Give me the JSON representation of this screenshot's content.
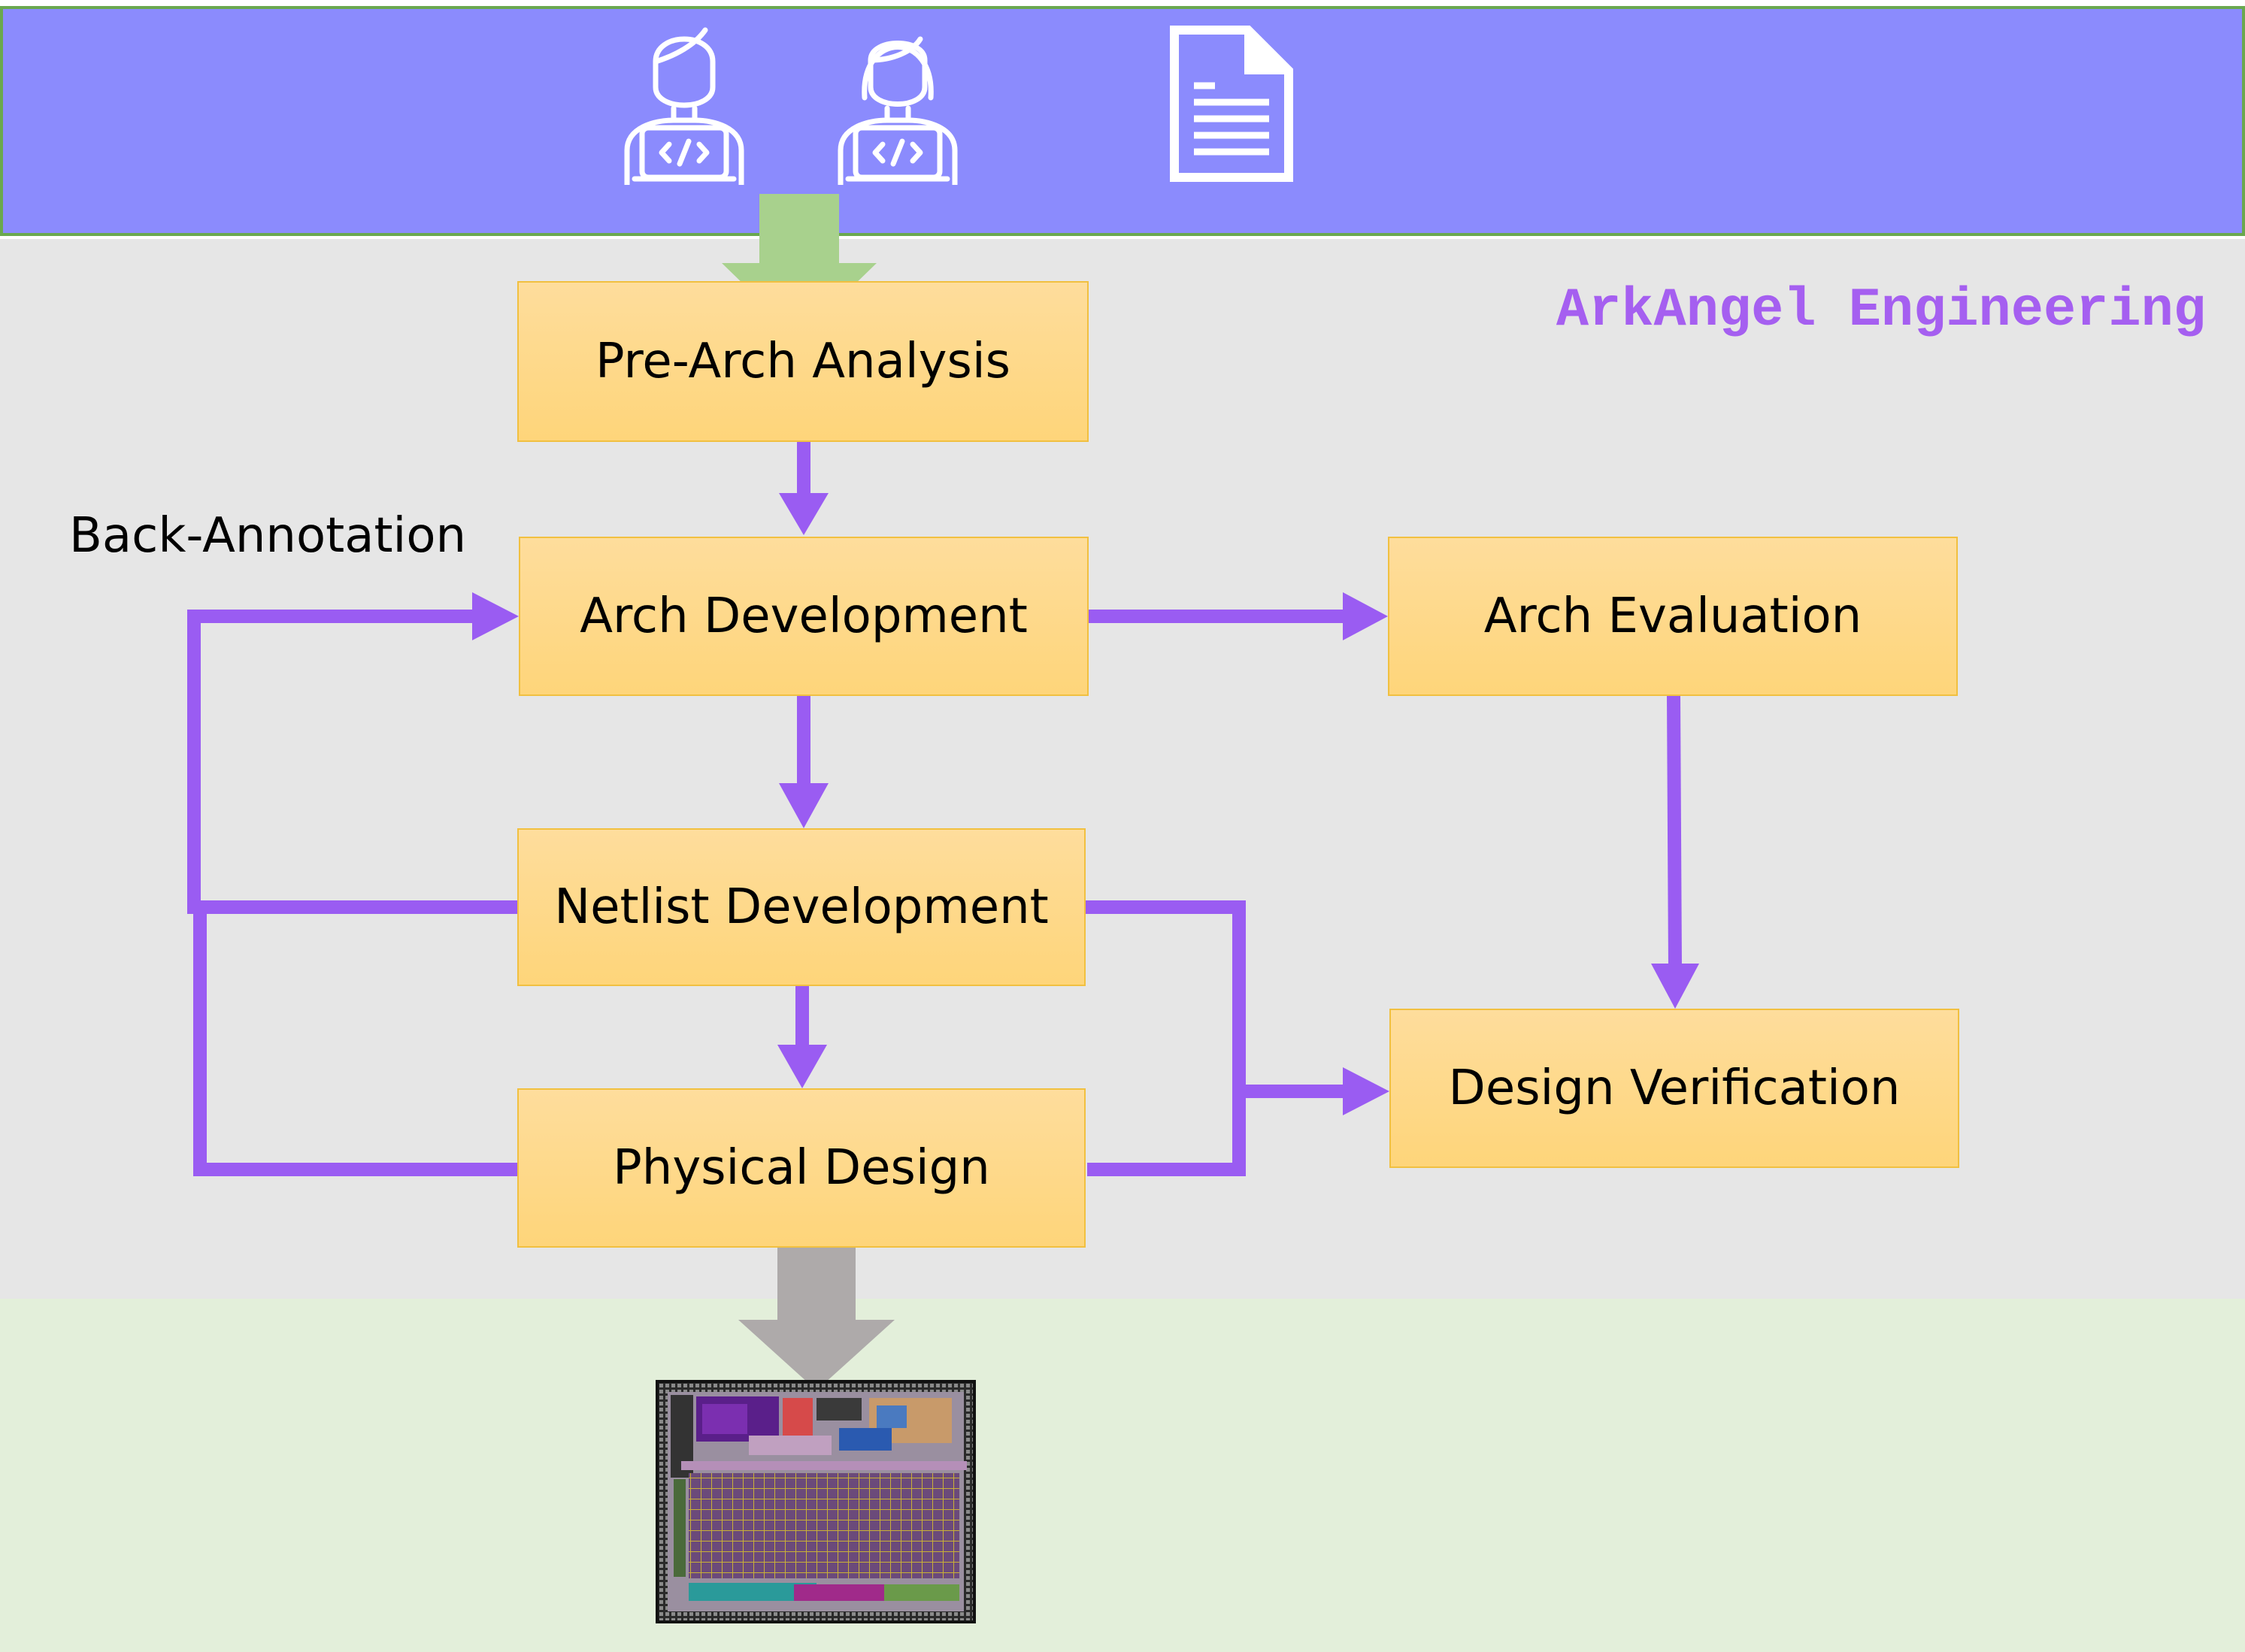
{
  "brand": "ArkAngel Engineering",
  "side_label": "Back-Annotation",
  "boxes": {
    "pre_arch": "Pre-Arch Analysis",
    "arch_dev": "Arch Development",
    "arch_eval": "Arch Evaluation",
    "netlist_dev": "Netlist Development",
    "design_verif": "Design Verification",
    "physical_design": "Physical Design"
  },
  "icons": [
    "developer-icon",
    "developer-icon",
    "document-icon",
    "chip-layout-image"
  ],
  "colors": {
    "top_band": "#8b8bfd",
    "mid_band": "#e6e6e6",
    "bottom_band": "#e3efda",
    "box_fill": "#fed57a",
    "flow_arrow": "#9a5cf2",
    "brand_text": "#a55ff0",
    "input_arrow": "#a8d18d",
    "output_arrow": "#aeaaaa"
  }
}
